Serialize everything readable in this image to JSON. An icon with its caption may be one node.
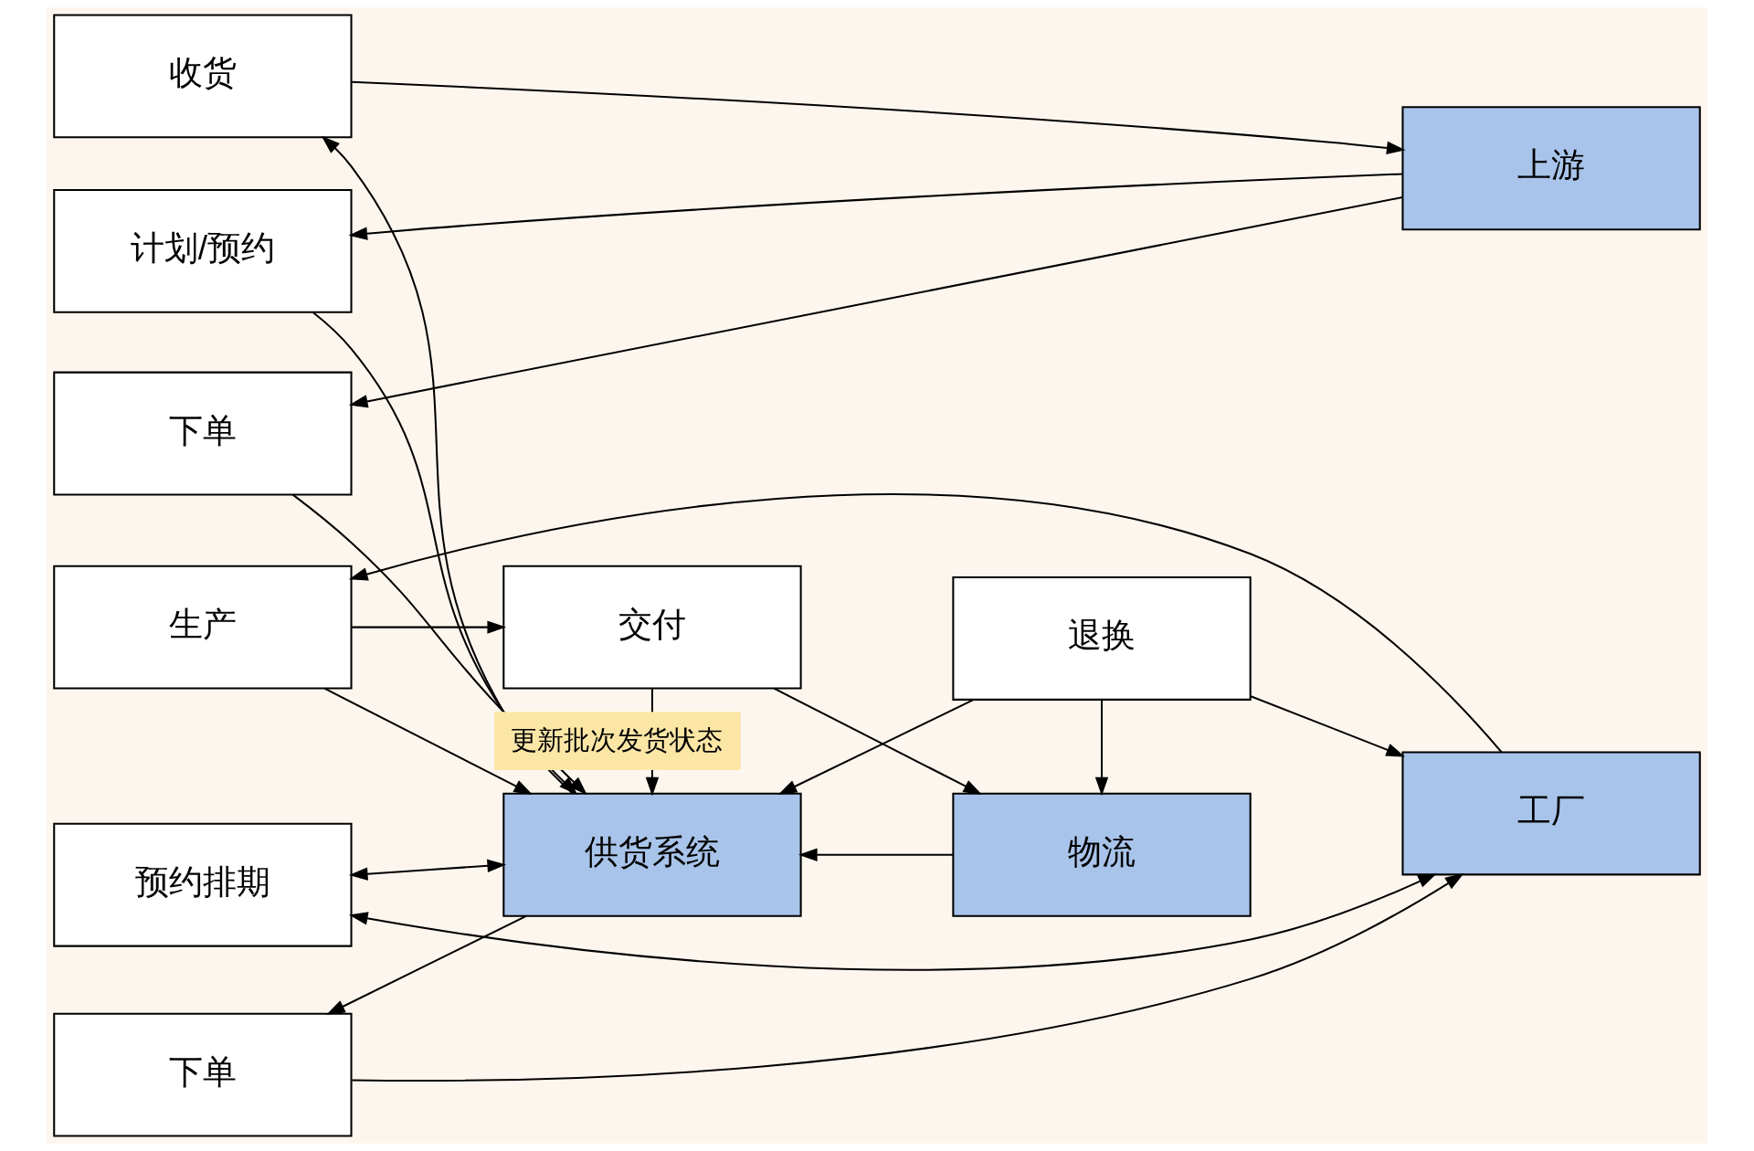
{
  "diagram": {
    "nodes": [
      {
        "text": [
          "收货"
        ]
      },
      {
        "text": [
          "上游"
        ]
      },
      {
        "text": [
          "计划/预约"
        ]
      },
      {
        "text": [
          "下单"
        ]
      },
      {
        "text": [
          "供货系统"
        ]
      },
      {
        "text": [
          "退换"
        ]
      },
      {
        "text": [
          "预约排期"
        ]
      },
      {
        "text": [
          "下单"
        ]
      },
      {
        "text": [
          "工厂"
        ]
      },
      {
        "text": [
          "生产"
        ]
      },
      {
        "text": [
          "交付"
        ]
      },
      {
        "text": [
          "物流"
        ]
      }
    ],
    "edges": [
      {
        "from": 0,
        "to": 1,
        "arrow": "to"
      },
      {
        "from": 4,
        "to": 0,
        "arrow": "to"
      },
      {
        "from": 1,
        "to": 2,
        "arrow": "to"
      },
      {
        "from": 1,
        "to": 3,
        "arrow": "to"
      },
      {
        "from": 2,
        "to": 4,
        "arrow": "to"
      },
      {
        "from": 3,
        "to": 4,
        "arrow": "to"
      },
      {
        "from": 5,
        "to": 4,
        "arrow": "to"
      },
      {
        "from": 4,
        "to": 6,
        "arrow": "both"
      },
      {
        "from": 4,
        "to": 7,
        "arrow": "to"
      },
      {
        "from": 6,
        "to": 8,
        "arrow": "both"
      },
      {
        "from": 7,
        "to": 8,
        "arrow": "to"
      },
      {
        "from": 8,
        "to": 9,
        "arrow": "to"
      },
      {
        "from": 9,
        "to": 4,
        "arrow": "to"
      },
      {
        "from": 9,
        "to": 10,
        "arrow": "to"
      },
      {
        "from": 10,
        "to": 4,
        "arrow": "to",
        "label": "更新批次发货状态"
      },
      {
        "from": 10,
        "to": 11,
        "arrow": "to"
      },
      {
        "from": 11,
        "to": 4,
        "arrow": "to"
      },
      {
        "from": 5,
        "to": 11,
        "arrow": "to"
      },
      {
        "from": 5,
        "to": 8,
        "arrow": "to"
      }
    ]
  }
}
